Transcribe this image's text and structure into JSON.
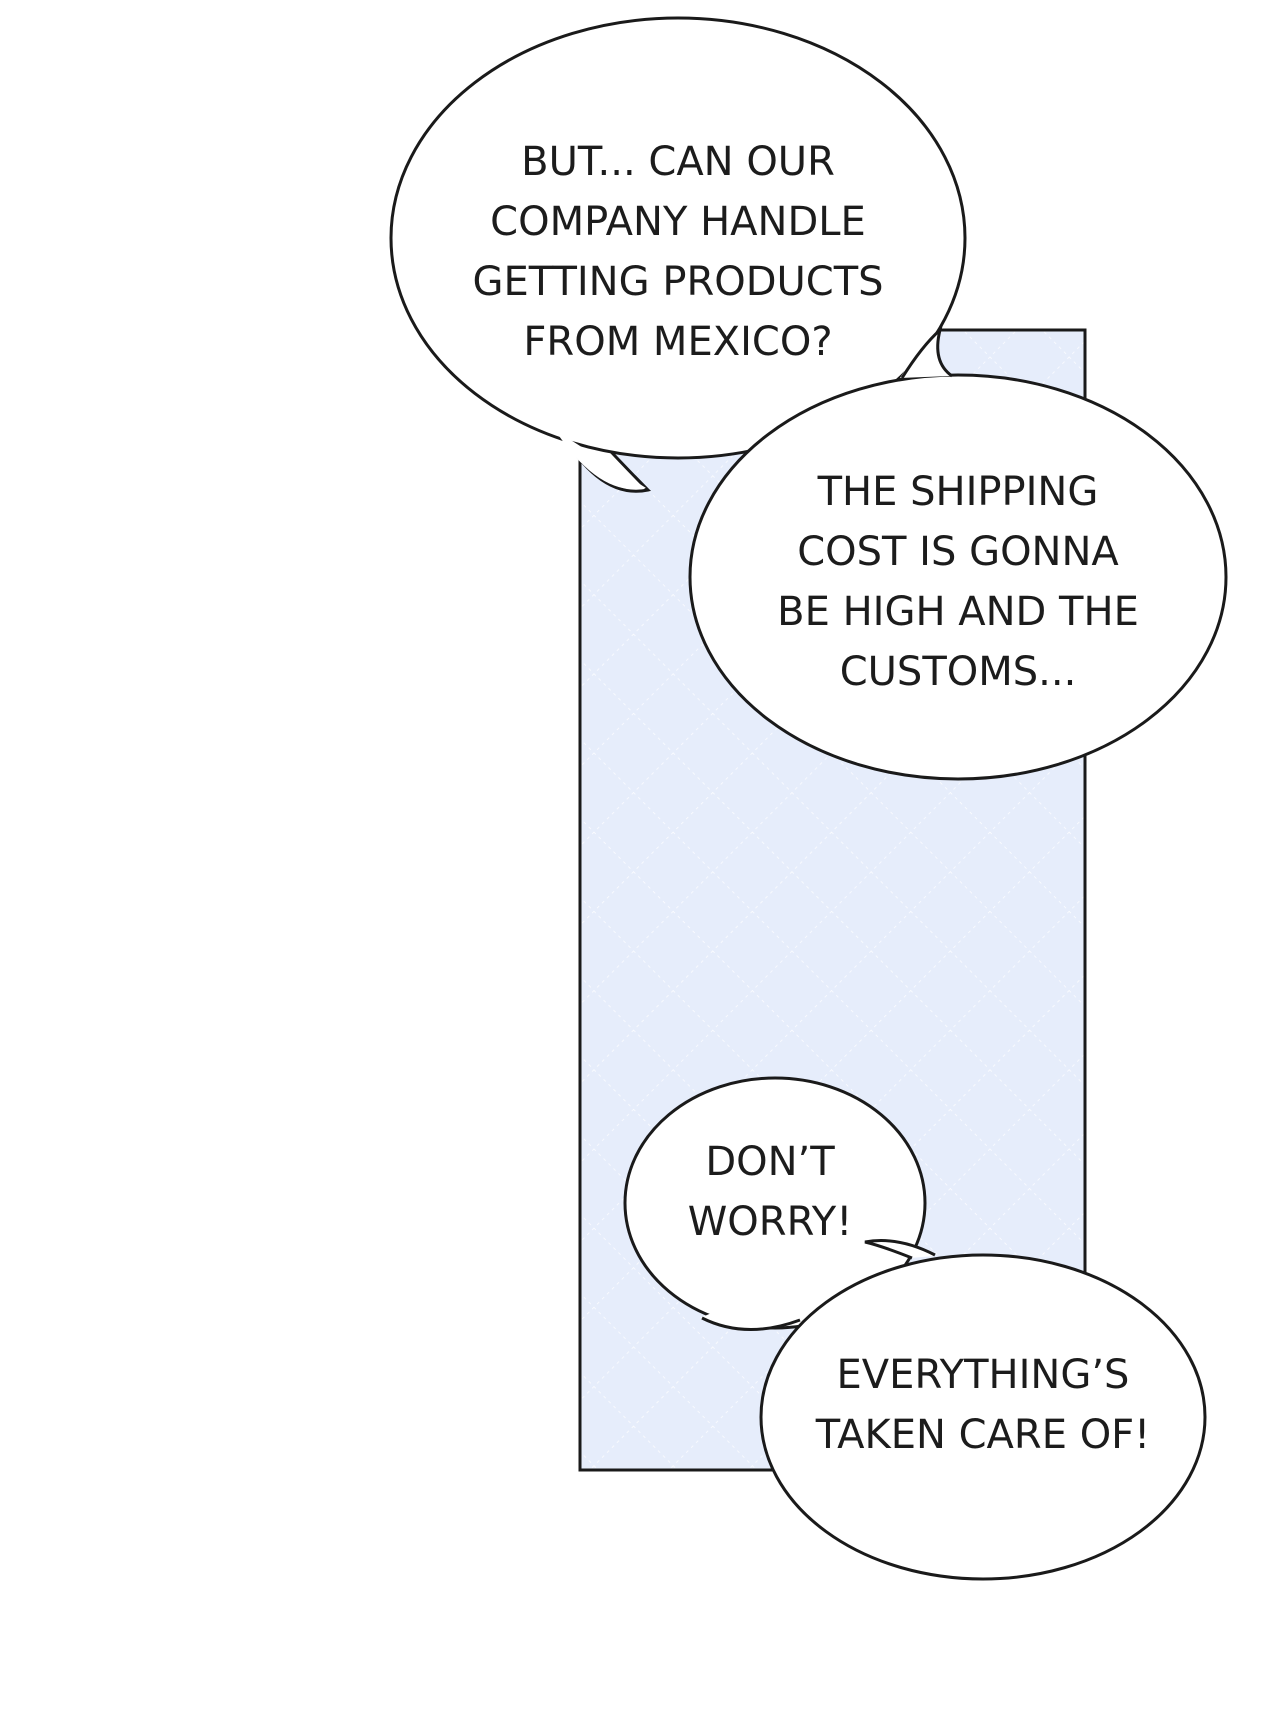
{
  "colors": {
    "panel_fill": "#e6edfb",
    "panel_pattern": "#ffffff",
    "outline": "#1a1a1a",
    "bubble_fill": "#ffffff",
    "text": "#1c1c1c"
  },
  "bubbles": [
    {
      "lines": [
        "BUT... CAN OUR",
        "COMPANY HANDLE",
        "GETTING PRODUCTS",
        "FROM MEXICO?"
      ]
    },
    {
      "lines": [
        "THE SHIPPING",
        "COST IS GONNA",
        "BE HIGH AND THE",
        "CUSTOMS..."
      ]
    },
    {
      "lines": [
        "DON’T",
        "WORRY!"
      ]
    },
    {
      "lines": [
        "EVERYTHING’S",
        "TAKEN CARE OF!"
      ]
    }
  ]
}
